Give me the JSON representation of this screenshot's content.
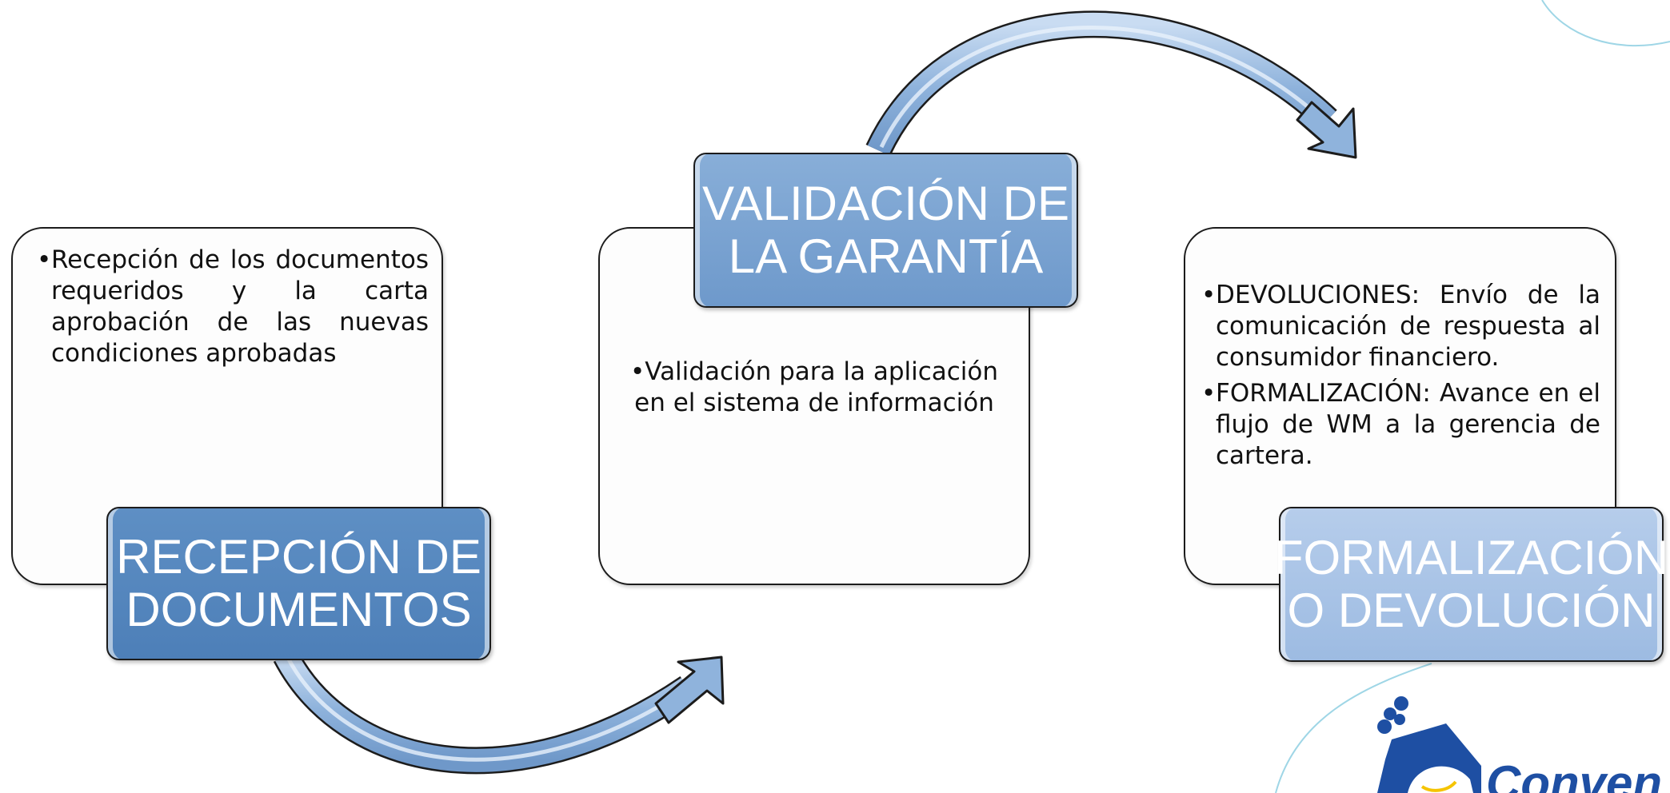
{
  "steps": [
    {
      "title_line1": "RECEPCIÓN DE",
      "title_line2": "DOCUMENTOS",
      "bullets": [
        "Recepción de los documentos requeridos y la carta aprobación de las nuevas condiciones aprobadas"
      ]
    },
    {
      "title_line1": "VALIDACIÓN DE",
      "title_line2": "LA GARANTÍA",
      "bullets": [
        "Validación para la aplicación en el sistema de información"
      ]
    },
    {
      "title_line1": "FORMALIZACIÓN",
      "title_line2": "O DEVOLUCIÓN",
      "bullets": [
        "DEVOLUCIONES: Envío de la comunicación de respuesta al consumidor financiero.",
        "FORMALIZACIÓN: Avance en el flujo de WM a la gerencia de cartera."
      ]
    }
  ],
  "logo": {
    "text": "Conven"
  },
  "colors": {
    "label_1": "#4d7fb8",
    "label_2": "#6e99cb",
    "label_3": "#9dbbe2",
    "arrow": "#8fb3dc",
    "deco_line": "#9fd6e6",
    "logo_blue": "#1e4fa3"
  }
}
